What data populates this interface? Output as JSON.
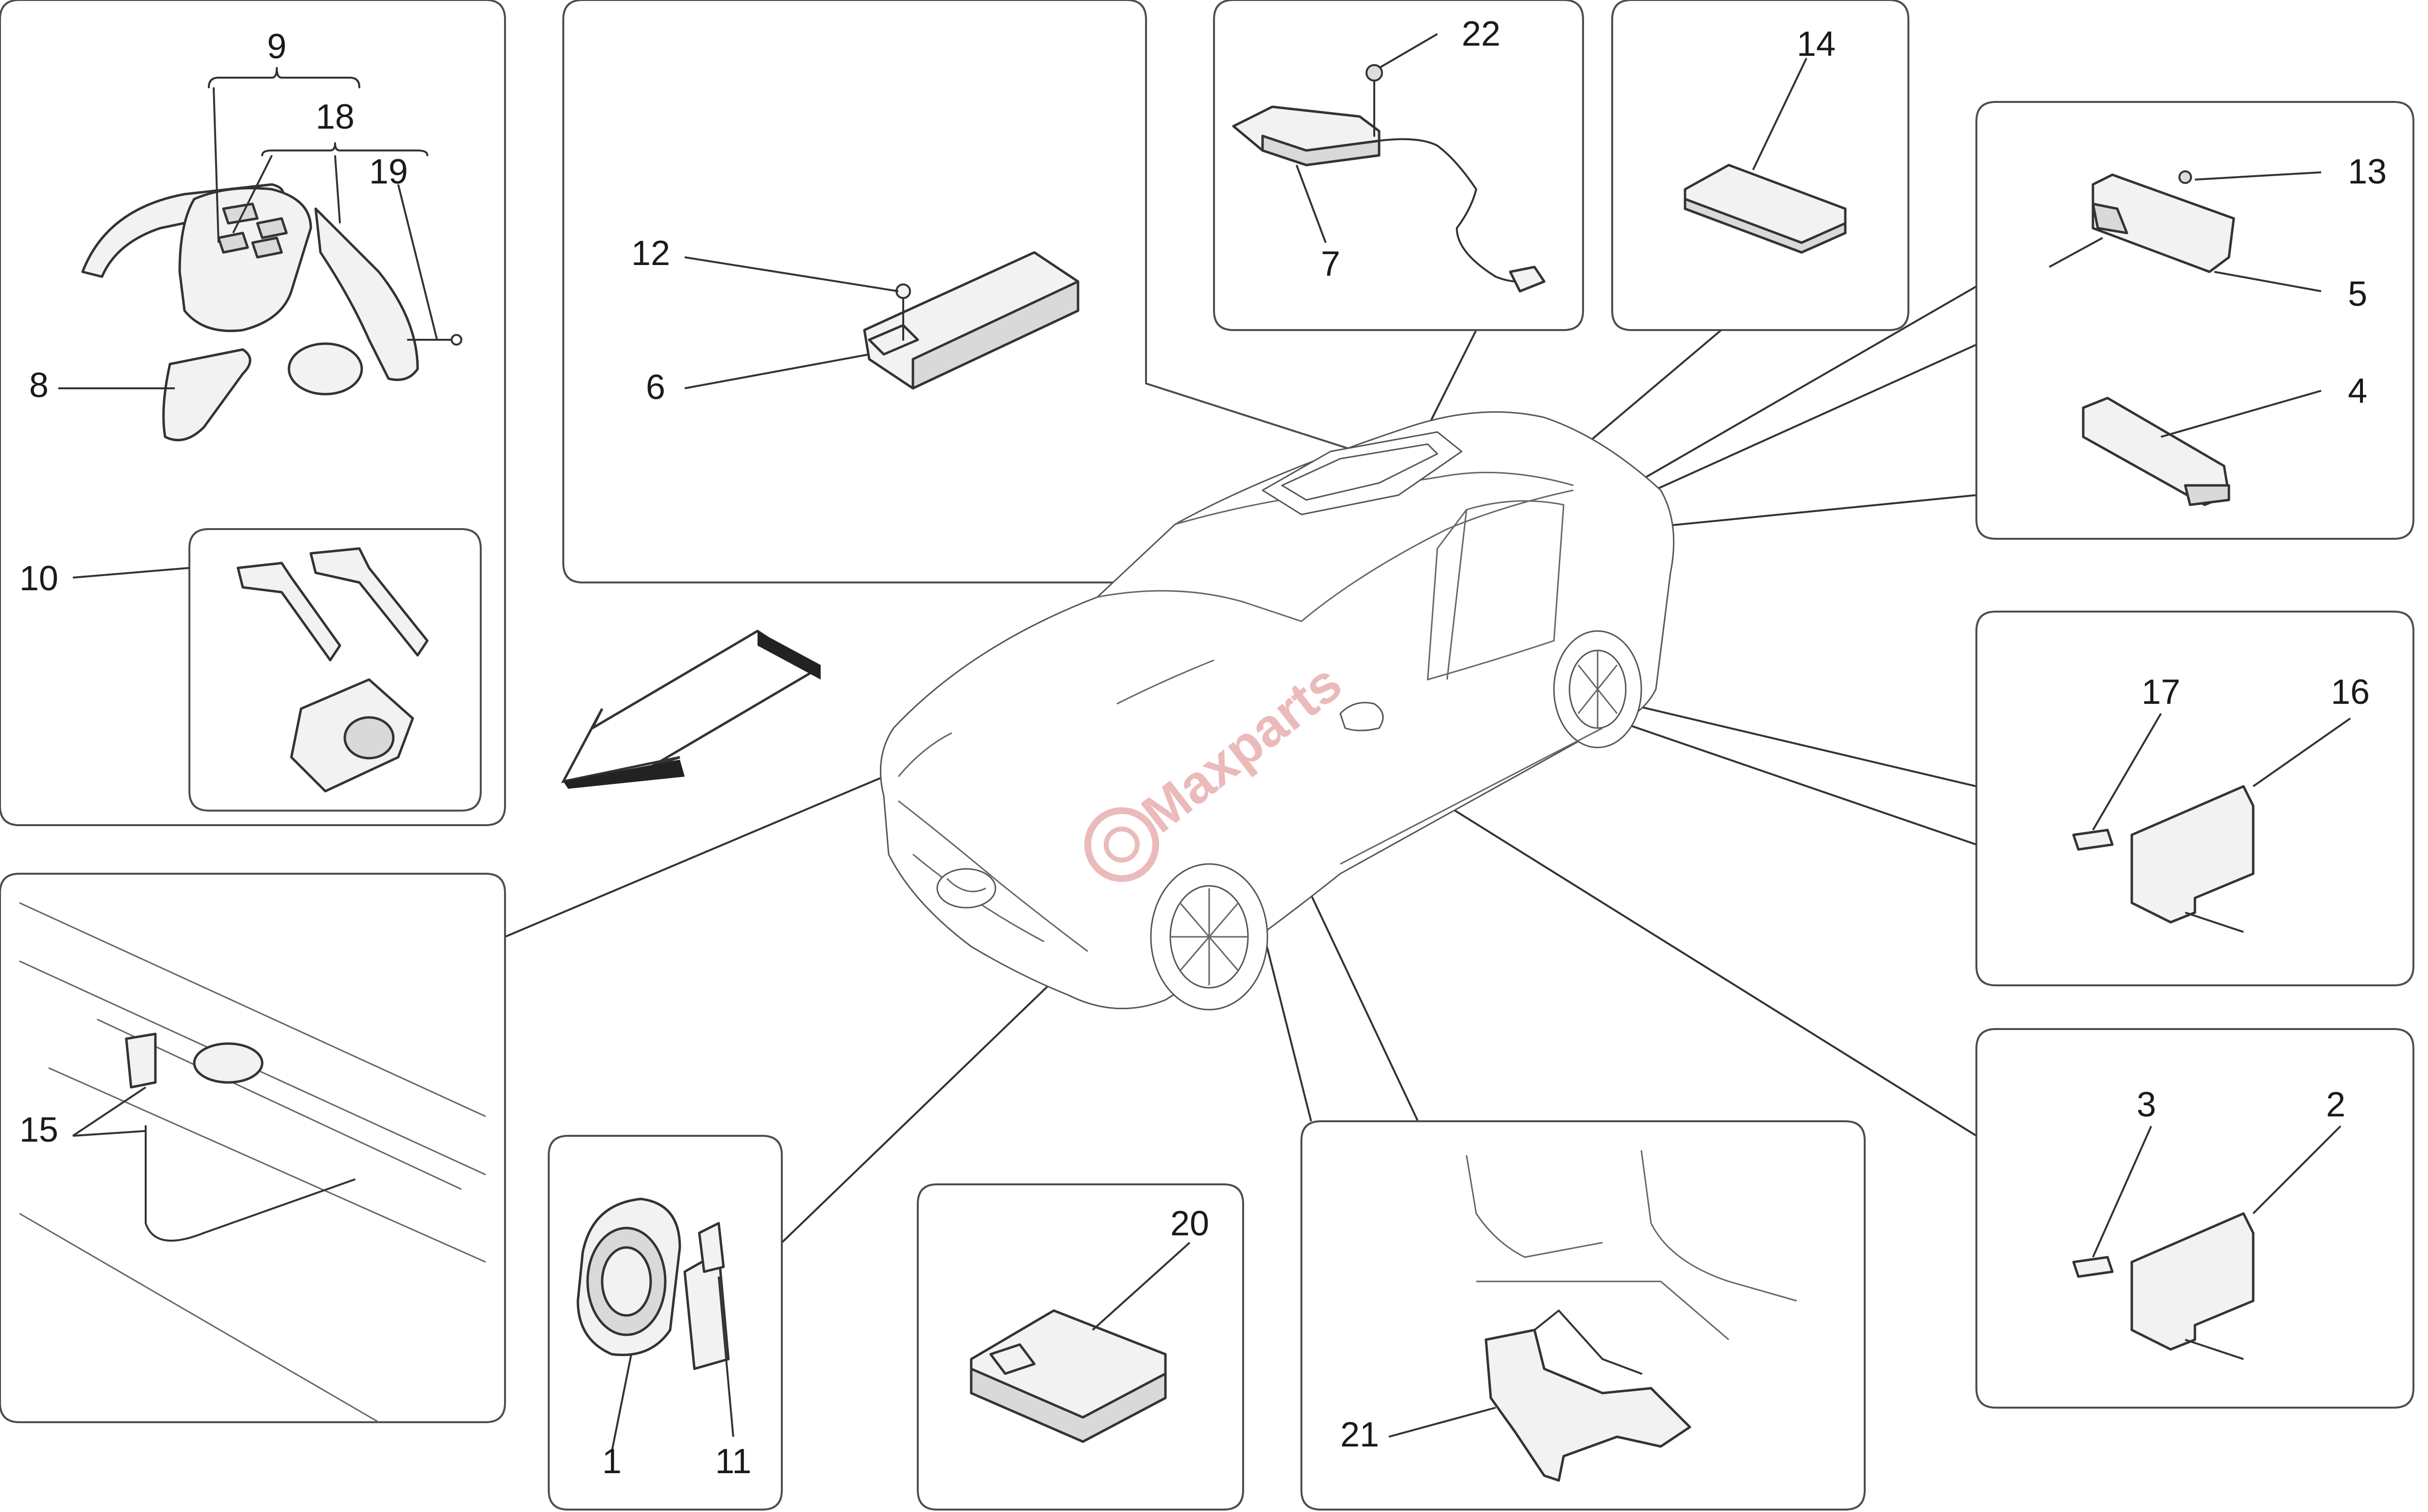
{
  "callouts": {
    "c1": "1",
    "c2": "2",
    "c3": "3",
    "c4": "4",
    "c5": "5",
    "c6": "6",
    "c7": "7",
    "c8": "8",
    "c9": "9",
    "c10": "10",
    "c11": "11",
    "c12": "12",
    "c13": "13",
    "c14": "14",
    "c15": "15",
    "c16": "16",
    "c17": "17",
    "c18": "18",
    "c19": "19",
    "c20": "20",
    "c21": "21",
    "c22": "22"
  },
  "watermark": "Maxparts",
  "colors": {
    "line": "#333333",
    "panel_border": "#4d4d4d",
    "watermark": "#e9b3b3"
  },
  "icons": {
    "direction_arrow": "front-direction-arrow-icon",
    "watermark_logo": "maxparts-logo"
  }
}
